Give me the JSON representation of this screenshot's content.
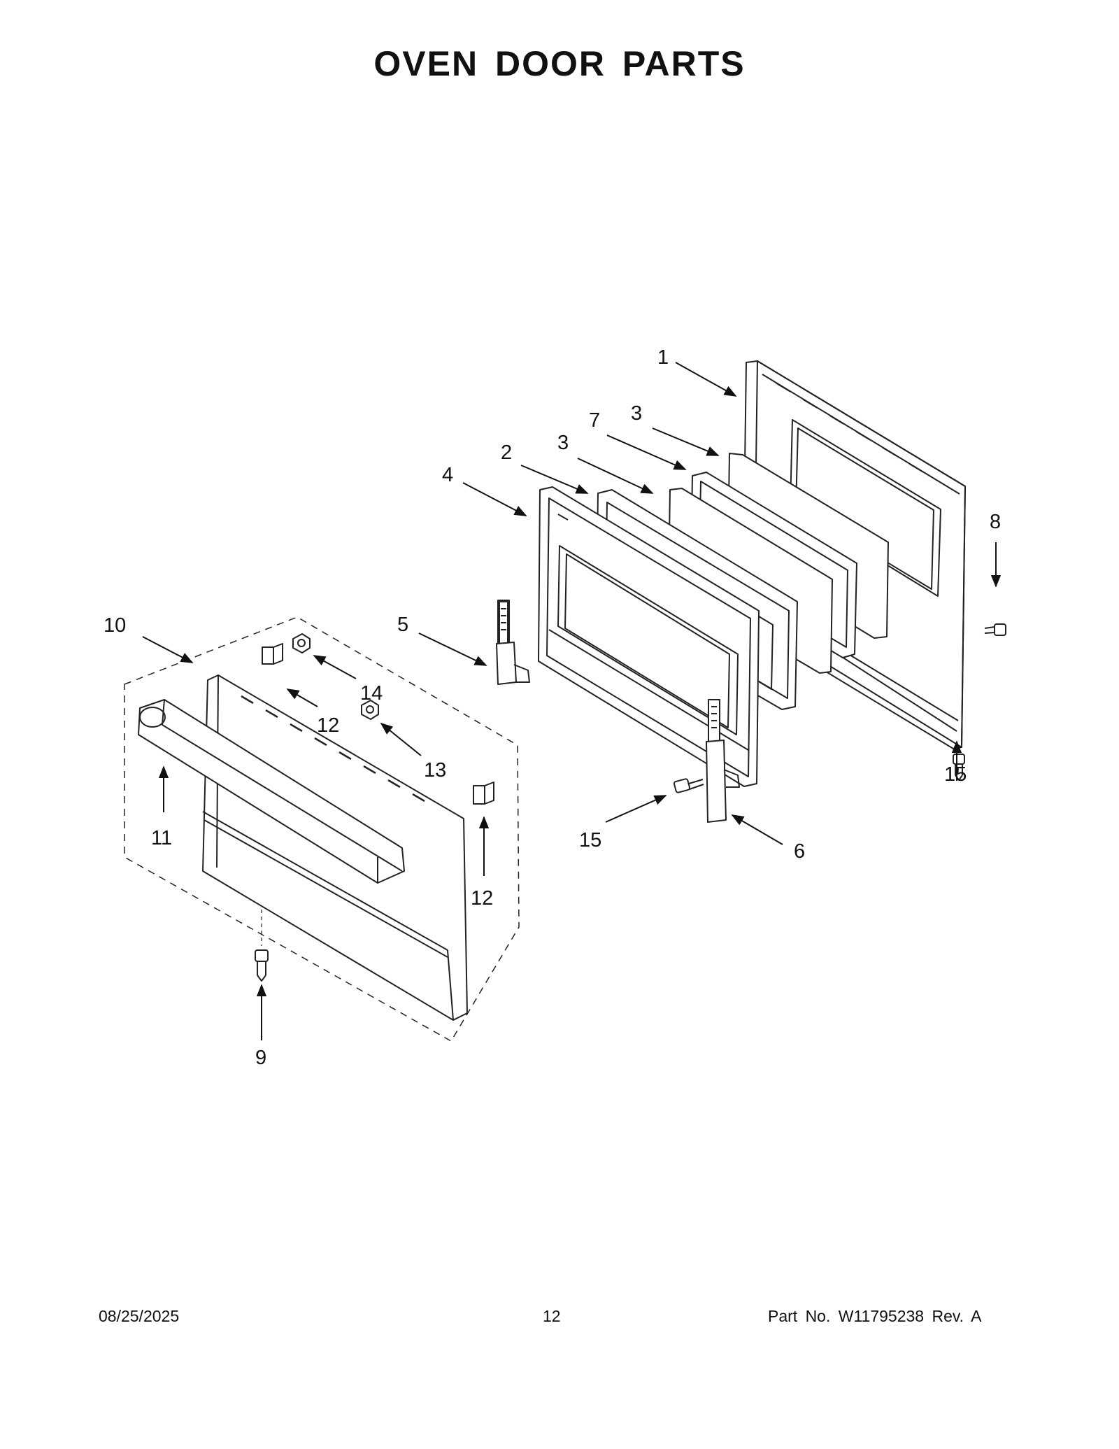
{
  "title": "OVEN DOOR PARTS",
  "callouts": [
    {
      "id": "c1",
      "label": "1"
    },
    {
      "id": "c2",
      "label": "2"
    },
    {
      "id": "c3a",
      "label": "3"
    },
    {
      "id": "c3b",
      "label": "3"
    },
    {
      "id": "c4",
      "label": "4"
    },
    {
      "id": "c5",
      "label": "5"
    },
    {
      "id": "c6",
      "label": "6"
    },
    {
      "id": "c7",
      "label": "7"
    },
    {
      "id": "c8",
      "label": "8"
    },
    {
      "id": "c9",
      "label": "9"
    },
    {
      "id": "c10",
      "label": "10"
    },
    {
      "id": "c11",
      "label": "11"
    },
    {
      "id": "c12a",
      "label": "12"
    },
    {
      "id": "c12b",
      "label": "12"
    },
    {
      "id": "c13",
      "label": "13"
    },
    {
      "id": "c14",
      "label": "14"
    },
    {
      "id": "c15a",
      "label": "15"
    },
    {
      "id": "c15b",
      "label": "15"
    }
  ],
  "footer": {
    "date": "08/25/2025",
    "page": "12",
    "part_number": "Part No.  W11795238   Rev.  A"
  }
}
